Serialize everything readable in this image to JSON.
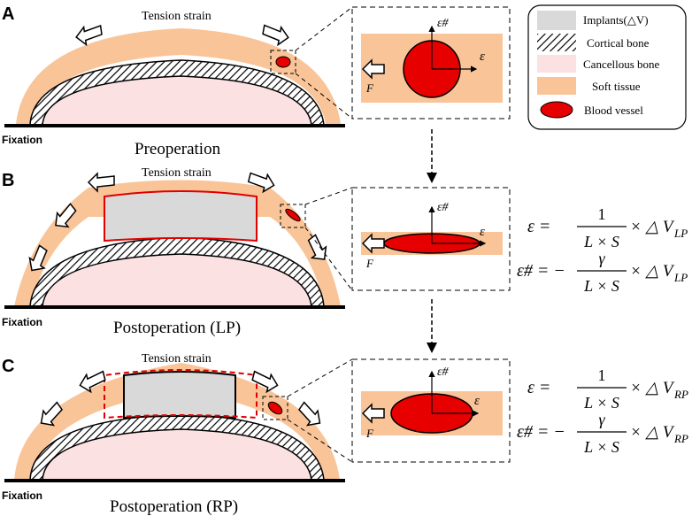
{
  "panels": [
    {
      "letter": "A",
      "caption": "Preoperation",
      "strain_label": "Tension strain",
      "fixation": "Fixation"
    },
    {
      "letter": "B",
      "caption": "Postoperation (LP)",
      "strain_label": "Tension strain",
      "fixation": "Fixation"
    },
    {
      "letter": "C",
      "caption": "Postoperation (RP)",
      "strain_label": "Tension strain",
      "fixation": "Fixation"
    }
  ],
  "legend": [
    {
      "label": "Implants(△V)",
      "swatch": "implant"
    },
    {
      "label": "Cortical bone",
      "swatch": "cortical"
    },
    {
      "label": "Cancellous bone",
      "swatch": "cancellous"
    },
    {
      "label": "Soft tissue",
      "swatch": "soft"
    },
    {
      "label": "Blood vessel",
      "swatch": "vessel"
    }
  ],
  "inset": {
    "eps_sharp": "ε#",
    "eps": "ε",
    "force": "F"
  },
  "equations": {
    "lp": {
      "eps": "ε = ",
      "eps_num": "1",
      "eps_den": "L × S",
      "eps_tail": "× △ V",
      "eps_sub": "LP",
      "sharp": "ε# = −",
      "sharp_num": "γ",
      "sharp_den": "L × S",
      "sharp_tail": "× △ V",
      "sharp_sub": "LP"
    },
    "rp": {
      "eps": "ε = ",
      "eps_num": "1",
      "eps_den": "L × S",
      "eps_tail": "× △ V",
      "eps_sub": "RP",
      "sharp": "ε# = −",
      "sharp_num": "γ",
      "sharp_den": "L × S",
      "sharp_tail": "× △ V",
      "sharp_sub": "RP"
    }
  },
  "colors": {
    "soft_tissue": "#f9c498",
    "cancellous": "#fbe1e1",
    "implant": "#d9d9d9",
    "vessel": "#e60000",
    "outline_red": "#e00000",
    "line": "#000000"
  }
}
